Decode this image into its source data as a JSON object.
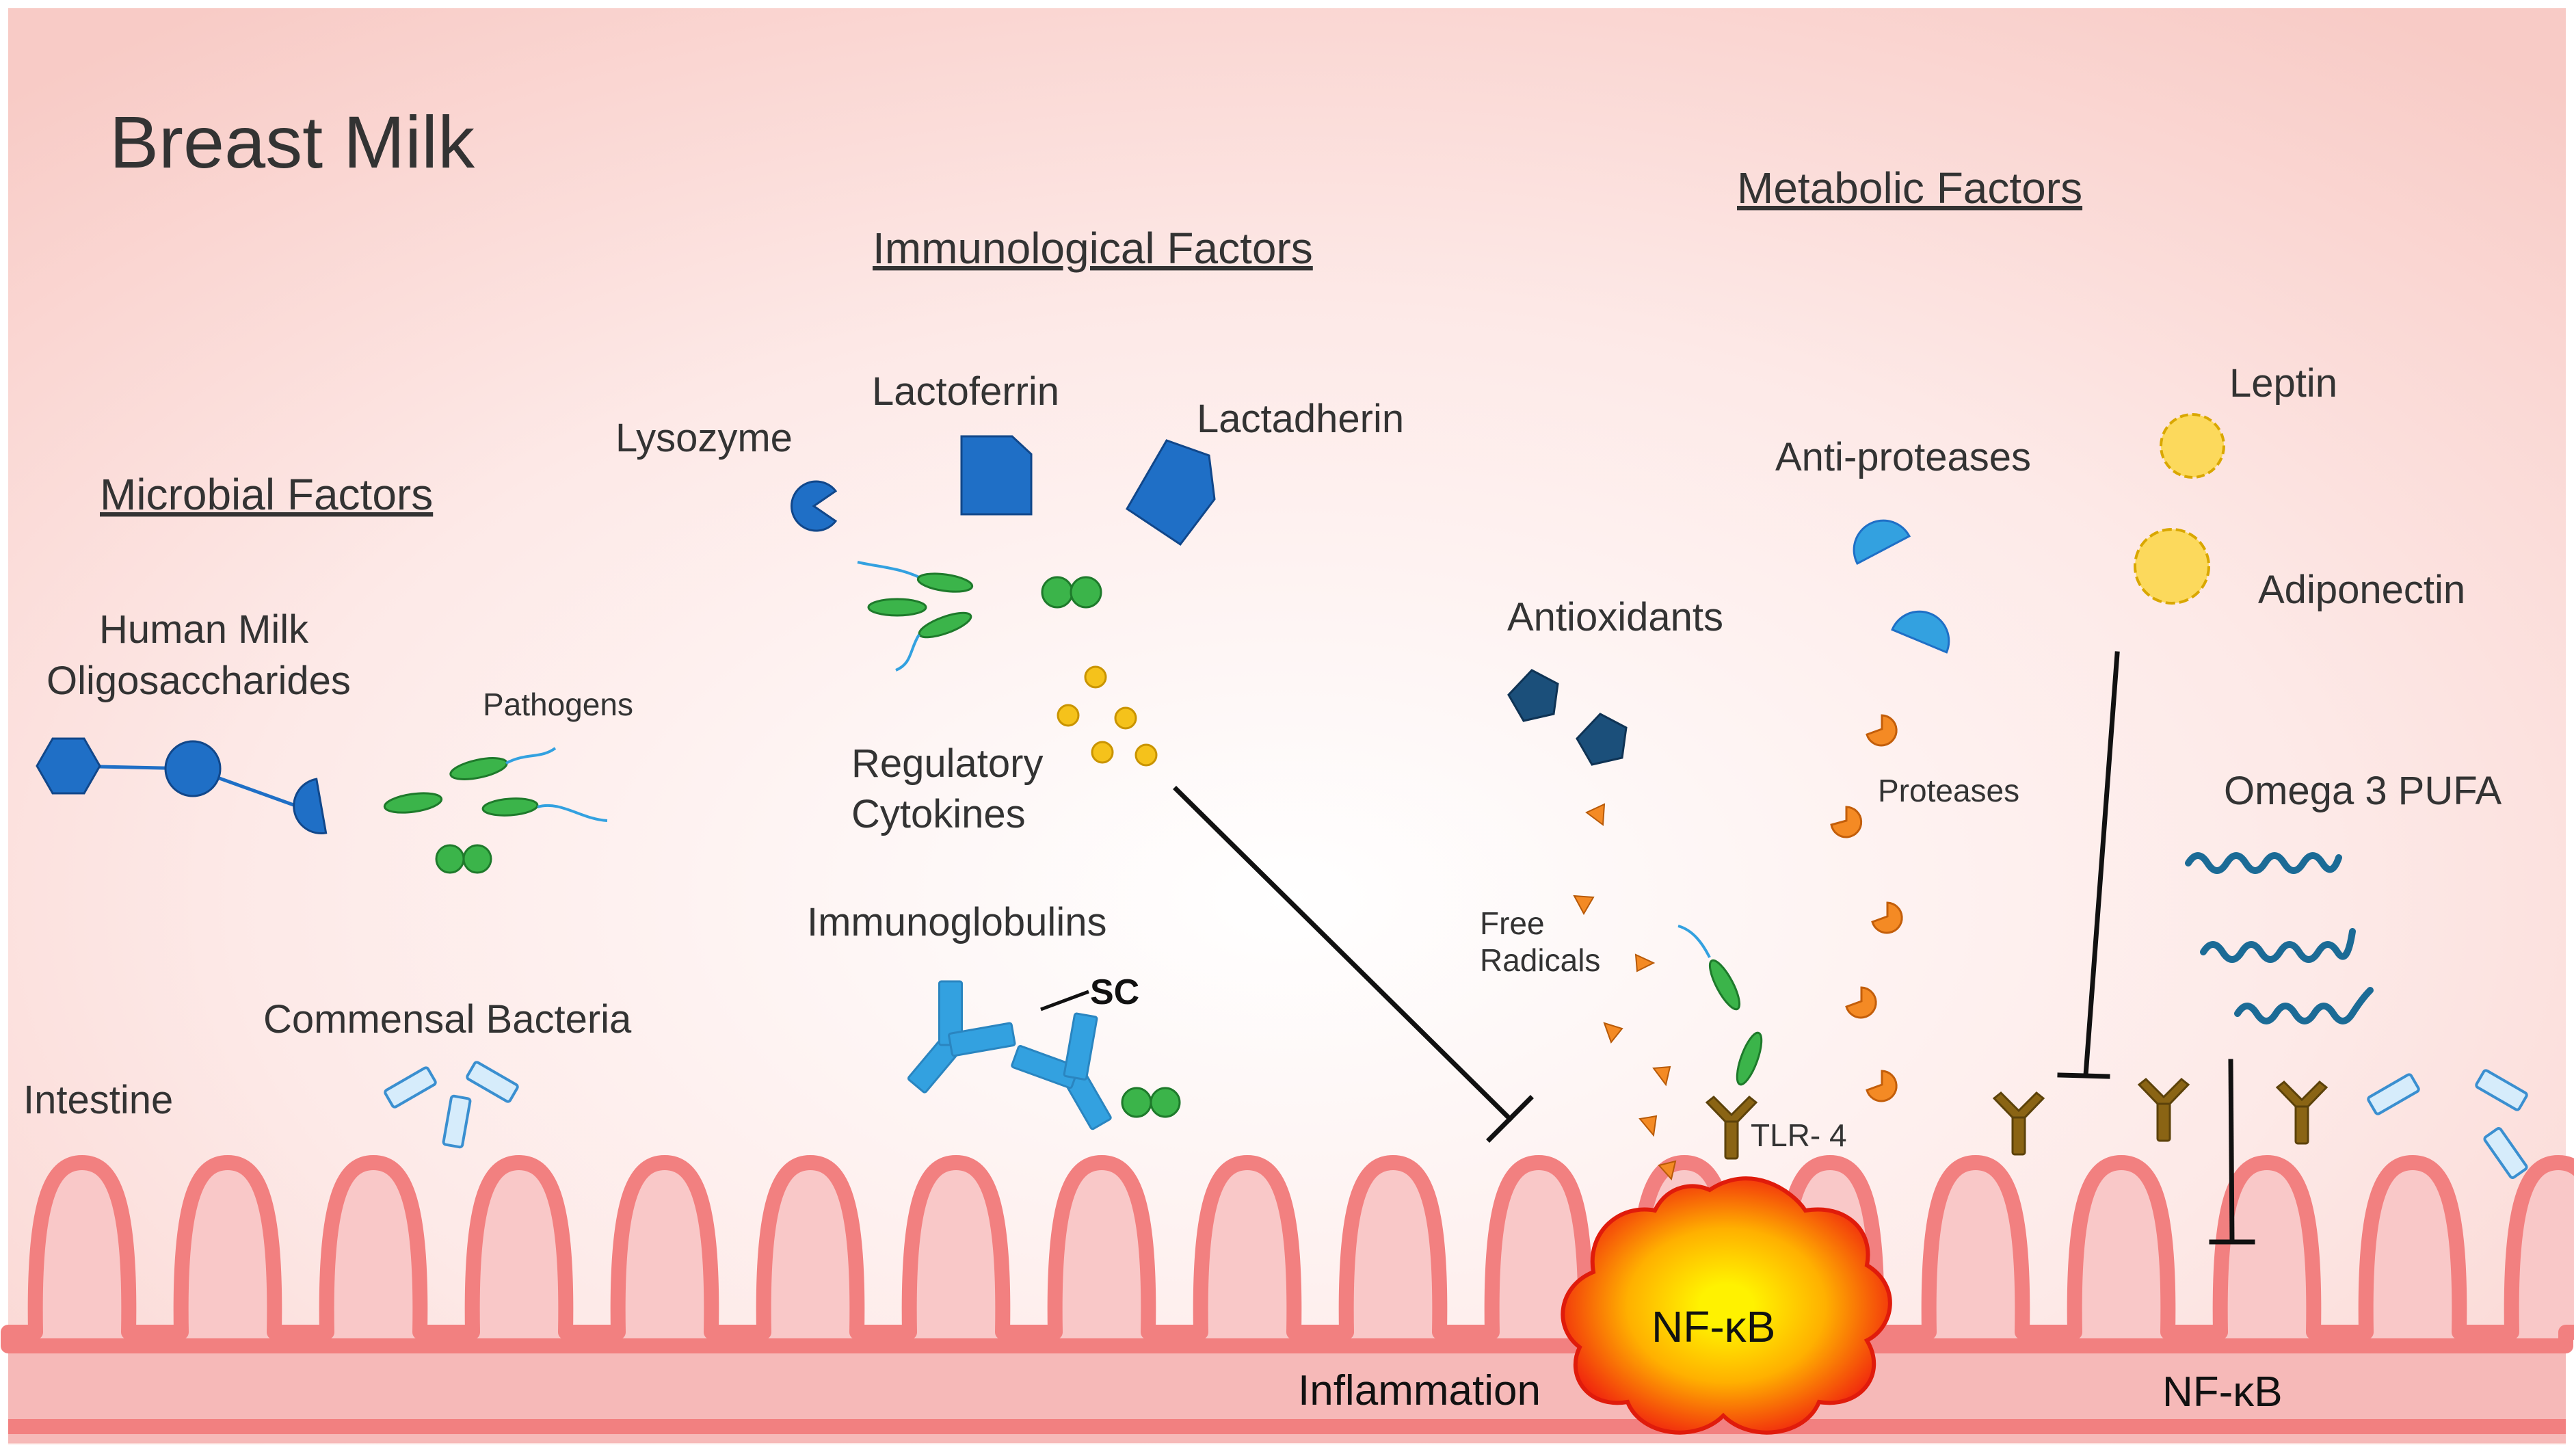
{
  "title": "Breast Milk",
  "headers": {
    "microbial": "Microbial Factors",
    "immunological": "Immunological Factors",
    "metabolic": "Metabolic Factors"
  },
  "labels": {
    "hmo_line1": "Human Milk",
    "hmo_line2": "Oligosaccharides",
    "pathogens": "Pathogens",
    "commensal": "Commensal Bacteria",
    "intestine": "Intestine",
    "lysozyme": "Lysozyme",
    "lactoferrin": "Lactoferrin",
    "lactadherin": "Lactadherin",
    "cytokines_line1": "Regulatory",
    "cytokines_line2": "Cytokines",
    "immunoglobulins": "Immunoglobulins",
    "sc": "SC",
    "antioxidants": "Antioxidants",
    "free_radicals_line1": "Free",
    "free_radicals_line2": "Radicals",
    "tlr4": "TLR- 4",
    "anti_proteases": "Anti-proteases",
    "proteases": "Proteases",
    "leptin": "Leptin",
    "adiponectin": "Adiponectin",
    "omega3": "Omega 3 PUFA",
    "inflammation": "Inflammation",
    "nfkb_burst": "NF-κB",
    "nfkb_right": "NF-κB"
  },
  "colors": {
    "background_top": "#fce4e2",
    "background_glow": "#ffffff",
    "villi_stroke": "#f28080",
    "villi_fill": "#f9c8c8",
    "blue": "#1f6fc6",
    "light_blue": "#33a1e0",
    "navy": "#1b4f7a",
    "green": "#3bb44a",
    "yellow": "#f5c21b",
    "orange": "#f48a24",
    "receptor": "#8a6414",
    "burst_outer": "#f0200e",
    "burst_inner": "#fff200"
  }
}
